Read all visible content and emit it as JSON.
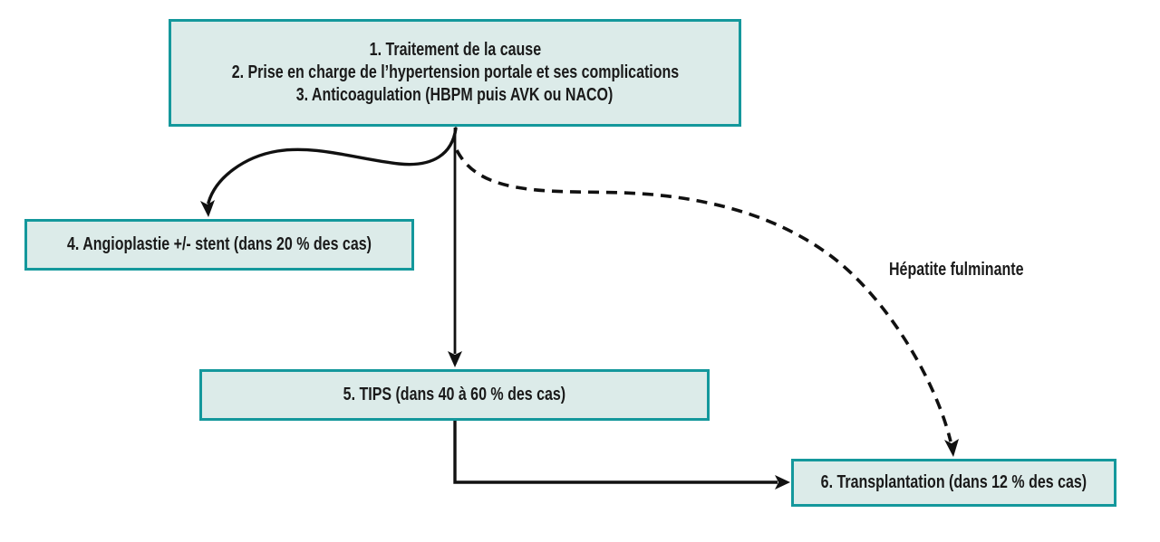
{
  "diagram": {
    "colors": {
      "box_border": "#14989c",
      "box_fill": "#dcebe9",
      "arrow": "#111111",
      "text": "#1a1a1a",
      "background": "#ffffff"
    },
    "boxes": [
      {
        "id": "initial-management",
        "lines": [
          "1. Traitement de la cause",
          "2. Prise en charge de l’hypertension portale et ses complications",
          "3. Anticoagulation (HBPM puis AVK ou NACO)"
        ]
      },
      {
        "id": "angioplasty",
        "label": "4. Angioplastie +/- stent (dans 20 % des cas)"
      },
      {
        "id": "tips",
        "label": "5. TIPS (dans 40 à 60 % des cas)"
      },
      {
        "id": "transplantation",
        "label": "6. Transplantation (dans 12 % des cas)"
      }
    ],
    "edges": [
      {
        "from": "initial-management",
        "to": "angioplasty",
        "style": "solid-curved",
        "label": ""
      },
      {
        "from": "initial-management",
        "to": "tips",
        "style": "solid-straight",
        "label": ""
      },
      {
        "from": "initial-management",
        "to": "transplantation",
        "style": "dashed-curved",
        "label": "Hépatite fulminante"
      },
      {
        "from": "tips",
        "to": "transplantation",
        "style": "solid-elbow",
        "label": ""
      }
    ]
  }
}
